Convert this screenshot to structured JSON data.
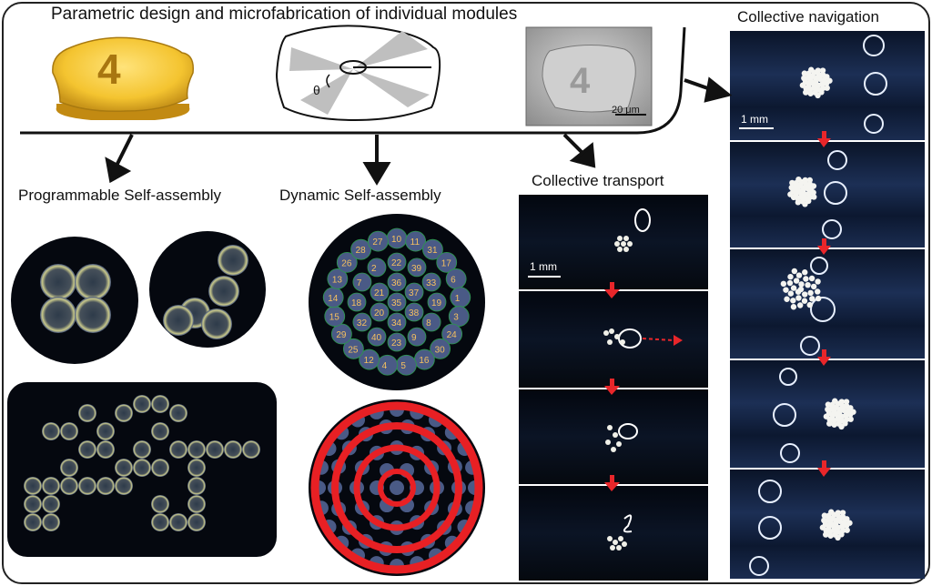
{
  "titles": {
    "main": "Parametric design and microfabrication of individual modules",
    "navigation": "Collective navigation",
    "programmable": "Programmable Self-assembly",
    "dynamic": "Dynamic Self-assembly",
    "transport": "Collective transport"
  },
  "labels": {
    "module_number": "4",
    "theta": "θ",
    "sem_scale": "20 μm",
    "transport_scale": "1 mm",
    "navigation_scale": "1 mm"
  },
  "dynamic_labels": [
    "35",
    "36",
    "37",
    "38",
    "34",
    "20",
    "21",
    "22",
    "39",
    "33",
    "19",
    "8",
    "9",
    "23",
    "40",
    "32",
    "18",
    "7",
    "2",
    "10",
    "11",
    "31",
    "17",
    "6",
    "1",
    "3",
    "24",
    "30",
    "16",
    "5",
    "4",
    "12",
    "25",
    "29",
    "15",
    "14",
    "13",
    "26",
    "28",
    "27"
  ],
  "colors": {
    "module_gold": "#f4c430",
    "arrow_red": "#e8262a",
    "ring_red": "#e82024",
    "label_orange": "#f5a623"
  }
}
